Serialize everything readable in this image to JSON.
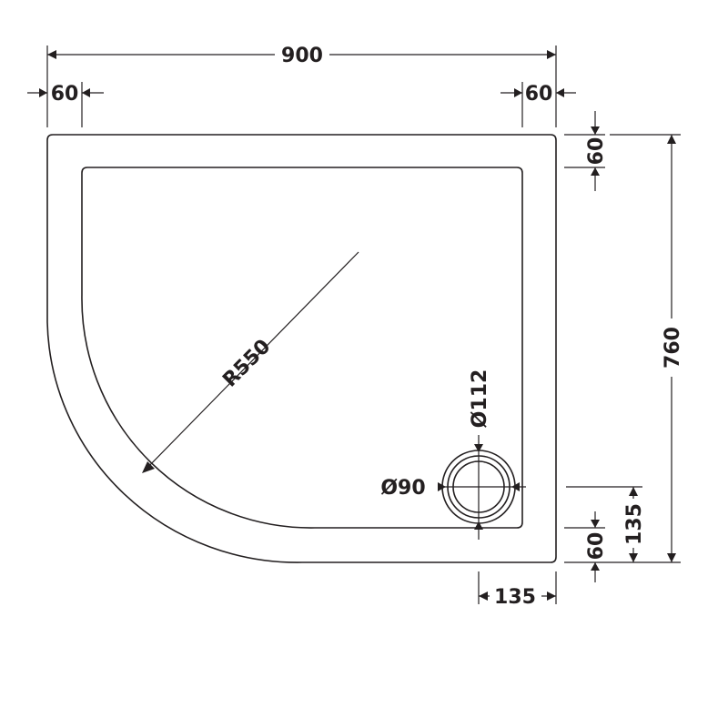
{
  "diagram": {
    "tray_dimensions": {
      "overall_width": "900",
      "left_rim_width": "60",
      "right_rim_width": "60",
      "top_rim_depth": "60",
      "overall_depth": "760",
      "bottom_rim_depth": "60",
      "waste_offset_from_bottom": "135",
      "waste_offset_from_right": "135"
    },
    "curve_radius": "R550",
    "waste_outer_diameter": "Ø112",
    "waste_inner_diameter": "Ø90",
    "line_color": "#231f20"
  }
}
